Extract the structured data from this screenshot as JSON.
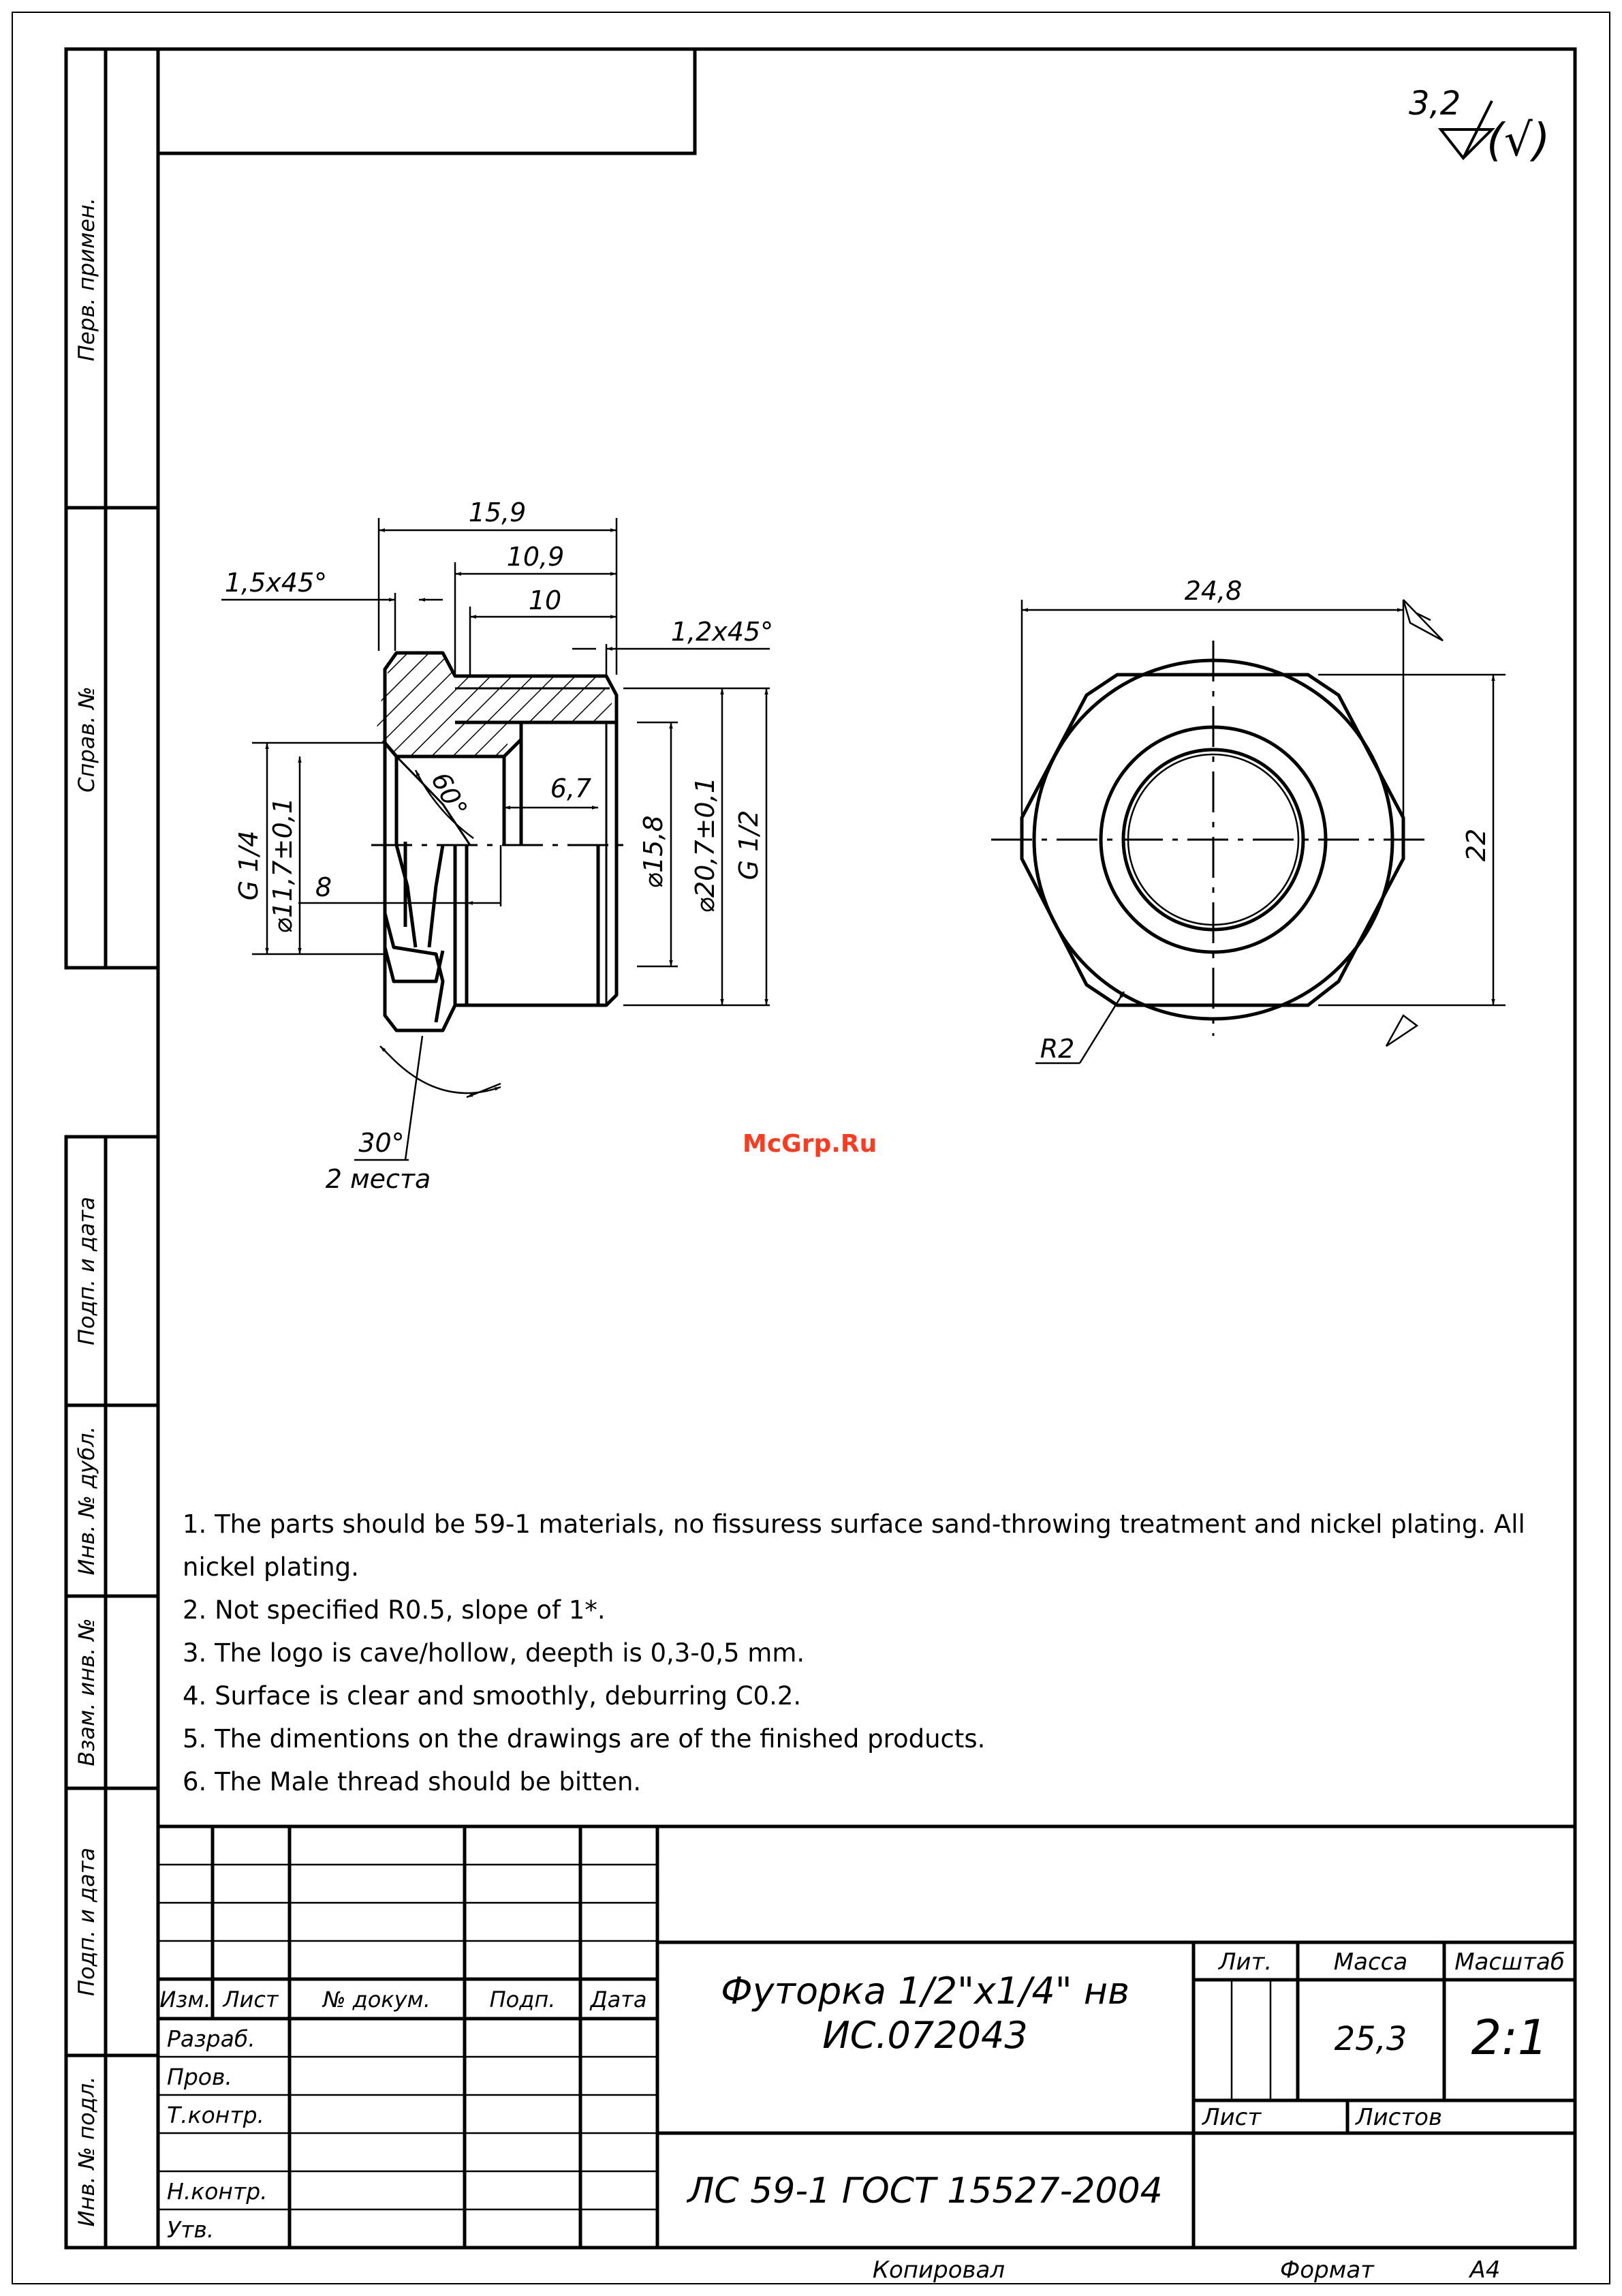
{
  "roughness": {
    "value": "3,2",
    "mark": "(√)"
  },
  "side_stamp": [
    "Перв. примен.",
    "Справ. №",
    "Подп. и дата",
    "Инв. № дубл.",
    "Взам. инв. №",
    "Подп. и дата",
    "Инв. № подл."
  ],
  "dims_section": {
    "total_length": "15,9",
    "len_10_9": "10,9",
    "len_10": "10",
    "chamfer_left": "1,5x45°",
    "chamfer_right": "1,2x45°",
    "bore_depth": "6,7",
    "inner_len": "8",
    "thread_inner": "G 1/4",
    "inner_dia": "⌀11,7±0,1",
    "bore_dia": "⌀15,8",
    "outer_dia": "⌀20,7±0,1",
    "thread_outer": "G 1/2",
    "cone_angle": "60°",
    "chamfer_angle": "30°",
    "chamfer_places": "2 места"
  },
  "dims_end": {
    "width": "24,8",
    "across_flats": "22",
    "radius": "R2"
  },
  "watermark": "McGrp.Ru",
  "notes": [
    "1. The parts should be 59-1 materials, no fissuress surface sand-throwing treatment and nickel plating. All nickel plating.",
    "2. Not specified R0.5, slope of 1*.",
    "3. The logo is cave/hollow, deepth is 0,3-0,5 mm.",
    "4. Surface is clear and smoothly, deburring C0.2.",
    "5. The dimentions on the drawings are of the finished products.",
    "6. The Male thread should be bitten."
  ],
  "title_block": {
    "headers": {
      "izm": "Изм.",
      "list": "Лист",
      "doc": "№ докум.",
      "podp": "Подп.",
      "data": "Дата"
    },
    "roles": [
      "Разраб.",
      "Пров.",
      "Т.контр.",
      "",
      "Н.контр.",
      "Утв."
    ],
    "title": "Футорка 1/2\"х1/4\" нв",
    "code": "ИС.072043",
    "lit_label": "Лит.",
    "mass_label": "Масса",
    "scale_label": "Масштаб",
    "mass": "25,3",
    "scale": "2:1",
    "sheet_label": "Лист",
    "sheets_label": "Листов",
    "material": "ЛС 59-1 ГОСТ 15527-2004",
    "copied": "Копировал",
    "format_label": "Формат",
    "format": "А4"
  }
}
